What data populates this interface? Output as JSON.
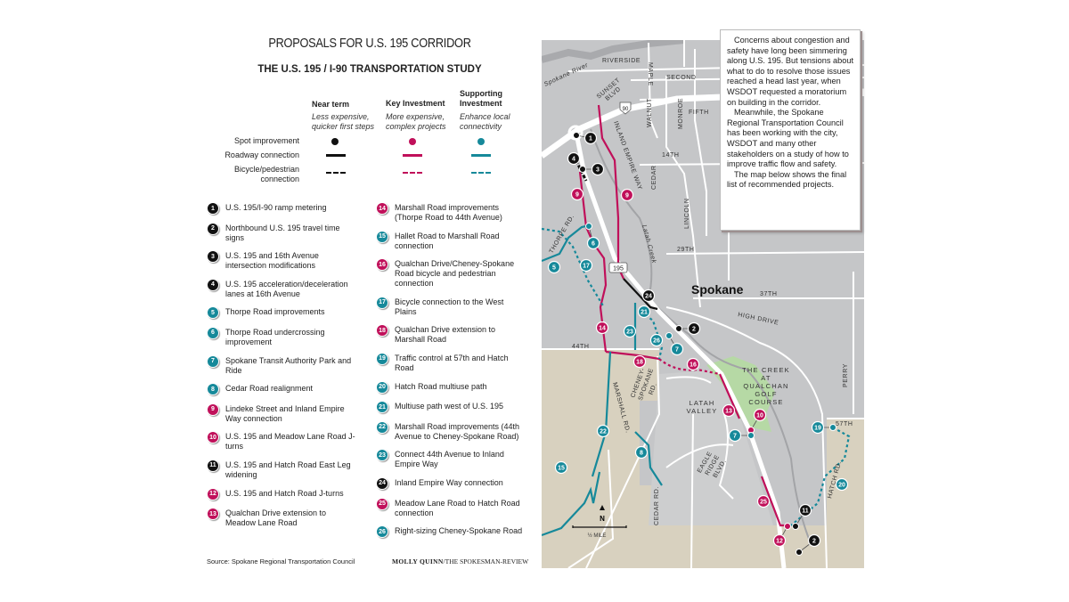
{
  "title": "PROPOSALS FOR U.S. 195 CORRIDOR",
  "subtitle": "THE U.S. 195 / I-90 TRANSPORTATION STUDY",
  "colors": {
    "near": "#111111",
    "key": "#c0105a",
    "supporting": "#16899a",
    "map_gray": "#c5c6c8",
    "map_tan": "#d8d1bf",
    "golf": "#b6d9a5"
  },
  "legend": {
    "columns": [
      {
        "title": "Near term",
        "desc": "Less expensive, quicker first steps"
      },
      {
        "title": "Key Investment",
        "desc": "More expensive, complex projects"
      },
      {
        "title": "Supporting Investment",
        "desc": "Enhance local connectivity"
      }
    ],
    "rows": [
      "Spot improvement",
      "Roadway connection",
      "Bicycle/pedestrian connection"
    ]
  },
  "projects": [
    {
      "n": "1",
      "type": "near",
      "label": "U.S. 195/I-90 ramp metering"
    },
    {
      "n": "2",
      "type": "near",
      "label": "Northbound U.S. 195 travel time signs"
    },
    {
      "n": "3",
      "type": "near",
      "label": "U.S. 195 and 16th Avenue intersection modifications"
    },
    {
      "n": "4",
      "type": "near",
      "label": "U.S. 195 acceleration/deceleration lanes at 16th Avenue"
    },
    {
      "n": "5",
      "type": "supporting",
      "label": "Thorpe Road improvements"
    },
    {
      "n": "6",
      "type": "supporting",
      "label": "Thorpe Road undercrossing improvement"
    },
    {
      "n": "7",
      "type": "supporting",
      "label": "Spokane Transit Authority Park and Ride"
    },
    {
      "n": "8",
      "type": "supporting",
      "label": "Cedar Road realignment"
    },
    {
      "n": "9",
      "type": "key",
      "label": "Lindeke Street and Inland Empire Way connection"
    },
    {
      "n": "10",
      "type": "key",
      "label": "U.S. 195 and Meadow Lane Road J-turns"
    },
    {
      "n": "11",
      "type": "near",
      "label": "U.S. 195 and Hatch Road East Leg widening"
    },
    {
      "n": "12",
      "type": "key",
      "label": "U.S. 195 and Hatch Road J-turns"
    },
    {
      "n": "13",
      "type": "key",
      "label": "Qualchan Drive extension to Meadow Lane Road"
    },
    {
      "n": "14",
      "type": "key",
      "label": "Marshall Road improvements (Thorpe Road to 44th Avenue)"
    },
    {
      "n": "15",
      "type": "supporting",
      "label": "Hallet Road to Marshall Road connection"
    },
    {
      "n": "16",
      "type": "key",
      "label": "Qualchan Drive/Cheney-Spokane Road bicycle and pedestrian connection"
    },
    {
      "n": "17",
      "type": "supporting",
      "label": "Bicycle connection to the West Plains"
    },
    {
      "n": "18",
      "type": "key",
      "label": "Qualchan Drive extension to Marshall Road"
    },
    {
      "n": "19",
      "type": "supporting",
      "label": "Traffic control at 57th and Hatch Road"
    },
    {
      "n": "20",
      "type": "supporting",
      "label": "Hatch Road multiuse path"
    },
    {
      "n": "21",
      "type": "supporting",
      "label": "Multiuse path west of U.S. 195"
    },
    {
      "n": "22",
      "type": "supporting",
      "label": "Marshall Road improvements (44th Avenue to Cheney-Spokane Road)"
    },
    {
      "n": "23",
      "type": "supporting",
      "label": "Connect 44th Avenue to Inland Empire Way"
    },
    {
      "n": "24",
      "type": "near",
      "label": "Inland Empire Way connection"
    },
    {
      "n": "25",
      "type": "key",
      "label": "Meadow Lane Road to Hatch Road connection"
    },
    {
      "n": "26",
      "type": "supporting",
      "label": "Right-sizing Cheney-Spokane Road"
    }
  ],
  "source": "Source: Spokane Regional Transportation Council",
  "credit_name": "MOLLY QUINN",
  "credit_org": "/THE SPOKESMAN-REVIEW",
  "infobox": [
    "Concerns about congestion and safety have long been simmering along U.S. 195. But tensions about what to do to resolve those issues reached a head last year, when WSDOT requested a moratorium on building in the corridor.",
    "Meanwhile, the Spokane Regional Transportation Council has been working with the city, WSDOT and many other stakeholders on a study of how to improve traffic flow and safety.",
    "The map below shows the final list of recommended projects."
  ],
  "map": {
    "labels": {
      "spokane_river": "Spokane River",
      "riverside": "RIVERSIDE",
      "maple": "MAPLE",
      "second": "SECOND",
      "sunset": "SUNSET BLVD",
      "i90": "90",
      "walnut": "WALNUT",
      "monroe": "MONROE",
      "fifth": "FIFTH",
      "inland_empire": "INLAND EMPIRE WAY",
      "cedar": "CEDAR",
      "fourteenth": "14TH",
      "lincoln": "LINCOLN",
      "thorpe": "THORPE RD.",
      "latah_creek": "Latah Creek",
      "twentyninth": "29TH",
      "us195": "195",
      "spokane": "Spokane",
      "thirtyseventh": "37TH",
      "high_drive": "HIGH DRIVE",
      "fortyfourth": "44TH",
      "golf1": "THE CREEK",
      "golf2": "AT",
      "golf3": "QUALCHAN",
      "golf4": "GOLF",
      "golf5": "COURSE",
      "latah_valley1": "LATAH",
      "latah_valley2": "VALLEY",
      "marshall": "MARSHALL RD.",
      "cheney1": "CHENEY-",
      "cheney2": "SPOKANE",
      "cheney3": "RD.",
      "perry": "PERRY",
      "fiftyseventh": "57TH",
      "eagle1": "EAGLE",
      "eagle2": "RIDGE",
      "eagle3": "BLVD.",
      "hatch": "HATCH RD.",
      "cedar_rd": "CEDAR RD.",
      "north": "N",
      "scale": "½ MILE"
    }
  }
}
